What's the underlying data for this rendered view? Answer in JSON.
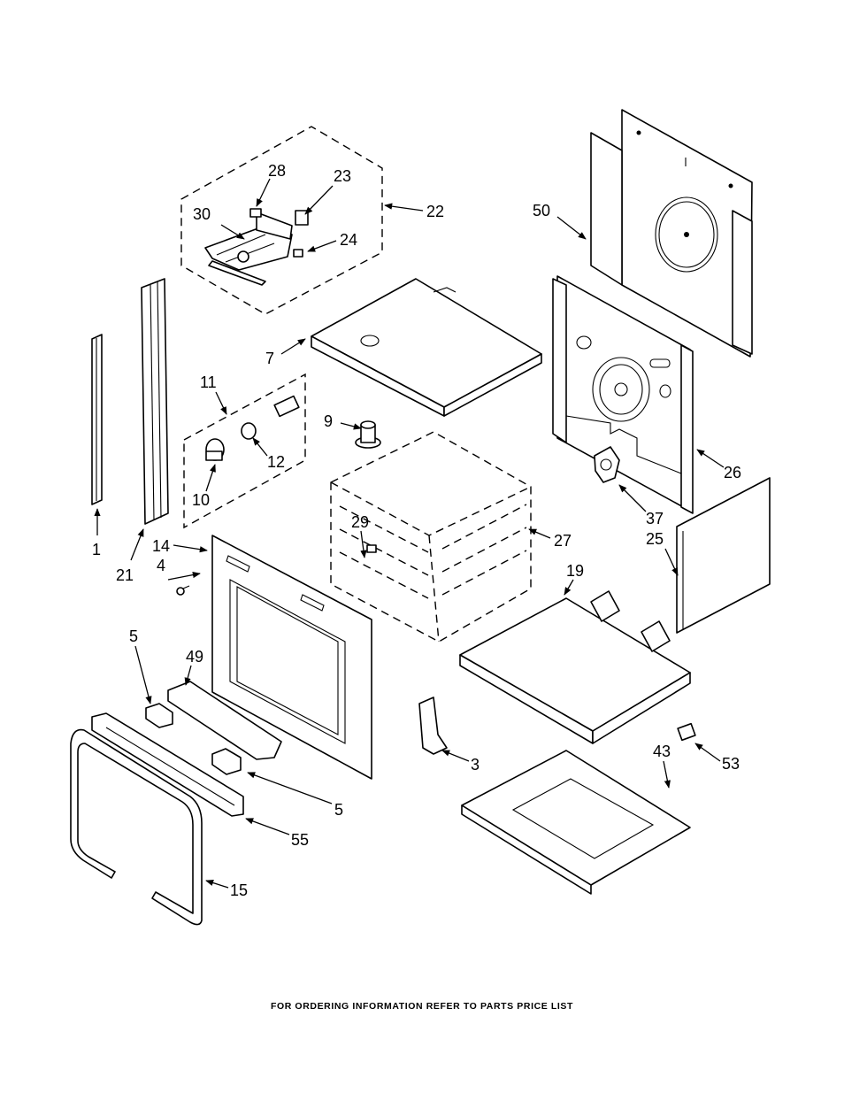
{
  "footer": "FOR ORDERING INFORMATION REFER TO PARTS PRICE LIST",
  "callouts": {
    "c28": "28",
    "c23": "23",
    "c22": "22",
    "c30": "30",
    "c24": "24",
    "c50": "50",
    "c7": "7",
    "c11": "11",
    "c9": "9",
    "c12": "12",
    "c26": "26",
    "c10": "10",
    "c37": "37",
    "c25": "25",
    "c29": "29",
    "c27": "27",
    "c1": "1",
    "c21": "21",
    "c14": "14",
    "c4": "4",
    "c19": "19",
    "c5a": "5",
    "c49": "49",
    "c3": "3",
    "c53": "53",
    "c43": "43",
    "c5b": "5",
    "c55": "55",
    "c15": "15"
  }
}
